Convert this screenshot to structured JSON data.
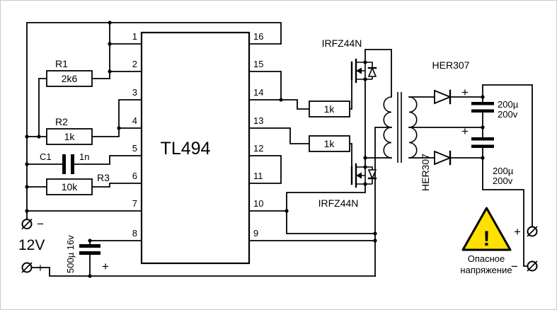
{
  "ic": {
    "name": "TL494",
    "pins_left": [
      "1",
      "2",
      "3",
      "4",
      "5",
      "6",
      "7",
      "8"
    ],
    "pins_right": [
      "16",
      "15",
      "14",
      "13",
      "12",
      "11",
      "10",
      "9"
    ]
  },
  "resistors": {
    "r1": {
      "ref": "R1",
      "value": "2k6"
    },
    "r2": {
      "ref": "R2",
      "value": "1k"
    },
    "r3": {
      "ref": "R3",
      "value": "10k"
    },
    "rg_top": {
      "value": "1k"
    },
    "rg_bottom": {
      "value": "1k"
    }
  },
  "capacitors": {
    "c1": {
      "ref": "C1",
      "value": "1n"
    },
    "c_in": {
      "value": "500µ 16v",
      "polarity": "+"
    },
    "c_out_top": {
      "value_uf": "200µ",
      "value_v": "200v",
      "polarity": "+"
    },
    "c_out_bottom": {
      "value_uf": "200µ",
      "value_v": "200v",
      "polarity": "+"
    }
  },
  "transistors": {
    "q_top": {
      "label": "IRFZ44N"
    },
    "q_bottom": {
      "label": "IRFZ44N"
    }
  },
  "diodes": {
    "d_top": {
      "label": "HER307"
    },
    "d_bottom": {
      "label": "HER307"
    }
  },
  "supply": {
    "minus": "−",
    "voltage": "12V",
    "plus": "+"
  },
  "output": {
    "plus": "+",
    "minus": "−"
  },
  "warning": {
    "mark": "!",
    "line1": "Опасное",
    "line2": "напряжение"
  },
  "colors": {
    "background": "#ffffff",
    "wire": "#000000",
    "warning_fill": "#ffe000"
  }
}
